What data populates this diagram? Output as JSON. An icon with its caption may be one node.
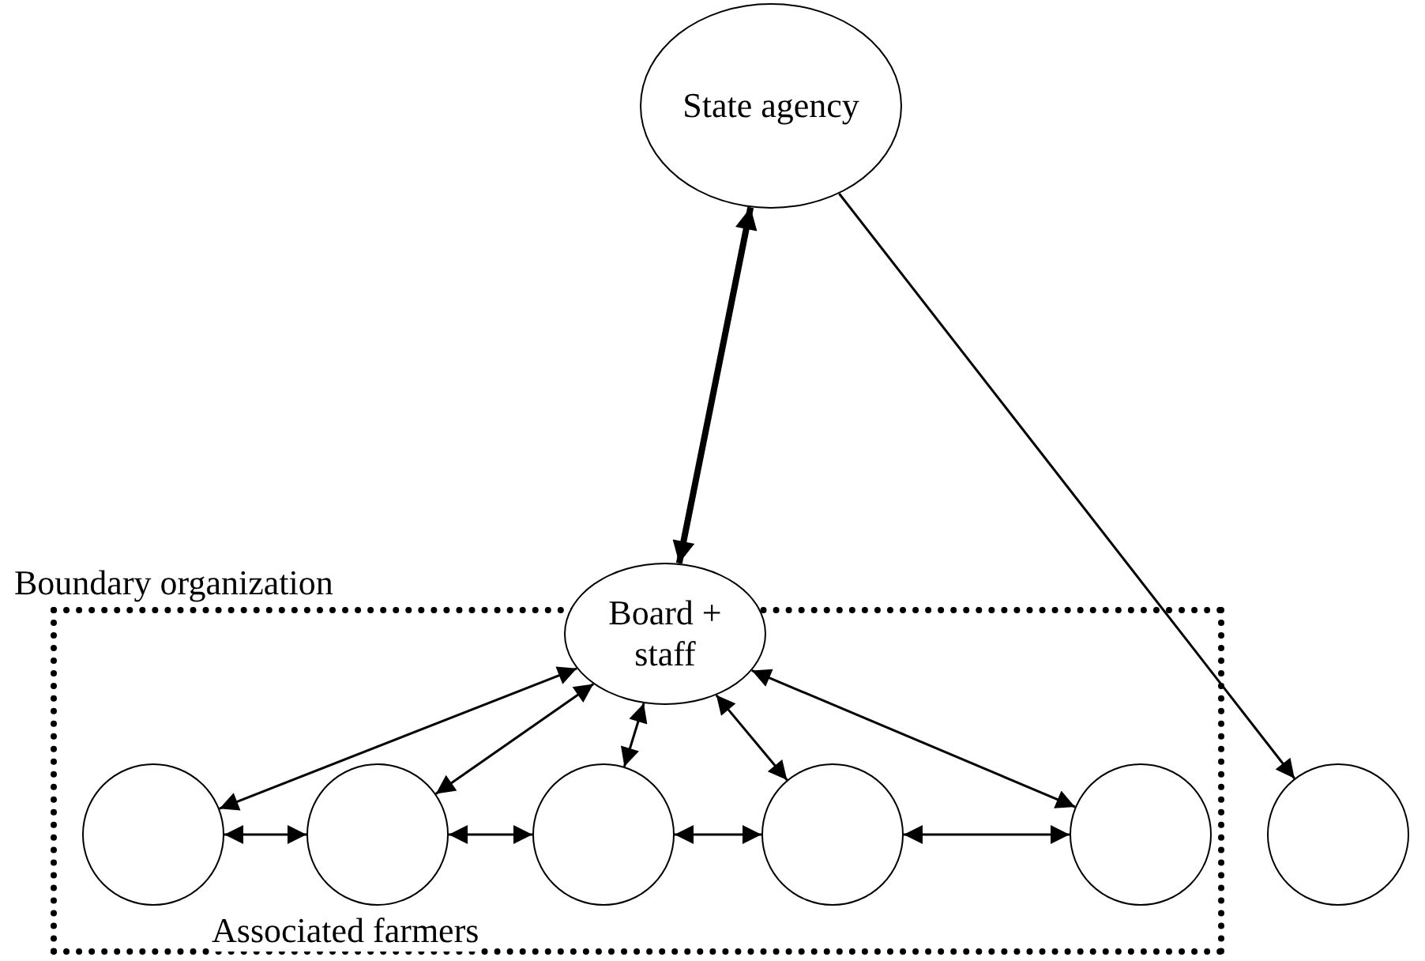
{
  "diagram": {
    "nodes": [
      {
        "text": [
          "Boundary organization",
          "Associated farmers"
        ]
      },
      {
        "text": [
          "State agency"
        ]
      },
      {
        "text": [
          "Board + staff"
        ]
      },
      {
        "text": [],
        "shape": "circle",
        "in": 0
      },
      {
        "text": [],
        "shape": "circle",
        "in": 0
      },
      {
        "text": [],
        "shape": "circle",
        "in": 0
      },
      {
        "text": [],
        "shape": "circle",
        "in": 0
      },
      {
        "text": [],
        "shape": "circle",
        "in": 0
      },
      {
        "text": [],
        "shape": "circle"
      }
    ],
    "edges": [
      {
        "from": 1,
        "to": 2,
        "arrow": "both",
        "style": "thick"
      },
      {
        "from": 1,
        "to": 8,
        "arrow": "to"
      },
      {
        "from": 2,
        "to": 3,
        "arrow": "both"
      },
      {
        "from": 2,
        "to": 4,
        "arrow": "both"
      },
      {
        "from": 2,
        "to": 5,
        "arrow": "both"
      },
      {
        "from": 2,
        "to": 6,
        "arrow": "both"
      },
      {
        "from": 2,
        "to": 7,
        "arrow": "both"
      },
      {
        "from": 3,
        "to": 4,
        "arrow": "both"
      },
      {
        "from": 4,
        "to": 5,
        "arrow": "both"
      },
      {
        "from": 5,
        "to": 6,
        "arrow": "both"
      },
      {
        "from": 6,
        "to": 7,
        "arrow": "both"
      }
    ]
  }
}
